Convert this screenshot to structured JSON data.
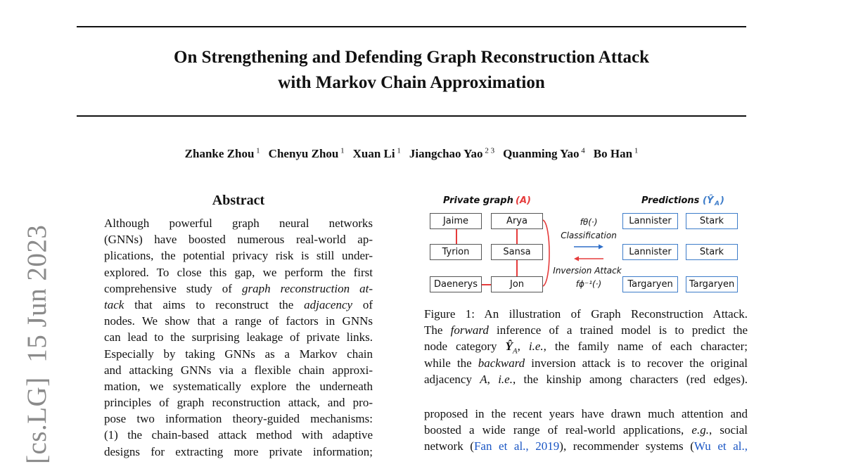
{
  "arxiv_stamp": "[cs.LG]  15 Jun 2023",
  "title": {
    "line1": "On Strengthening and Defending Graph Reconstruction Attack",
    "line2": "with Markov Chain Approximation"
  },
  "authors": [
    {
      "name": "Zhanke Zhou",
      "aff": "1"
    },
    {
      "name": "Chenyu Zhou",
      "aff": "1"
    },
    {
      "name": "Xuan Li",
      "aff": "1"
    },
    {
      "name": "Jiangchao Yao",
      "aff": "2 3"
    },
    {
      "name": "Quanming Yao",
      "aff": "4"
    },
    {
      "name": "Bo Han",
      "aff": "1"
    }
  ],
  "abstract": {
    "heading": "Abstract",
    "lines": [
      [
        {
          "t": "Although powerful graph neural networks"
        }
      ],
      [
        {
          "t": "(GNNs) have boosted numerous real-world ap-"
        }
      ],
      [
        {
          "t": "plications, the potential privacy risk is still under-"
        }
      ],
      [
        {
          "t": "explored. To close this gap, we perform the first"
        }
      ],
      [
        {
          "t": "comprehensive study of "
        },
        {
          "t": "graph reconstruction at-",
          "s": "i"
        }
      ],
      [
        {
          "t": "tack",
          "s": "i"
        },
        {
          "t": " that aims to reconstruct the "
        },
        {
          "t": "adjacency",
          "s": "i"
        },
        {
          "t": " of"
        }
      ],
      [
        {
          "t": "nodes. We show that a range of factors in GNNs"
        }
      ],
      [
        {
          "t": "can lead to the surprising leakage of private links."
        }
      ],
      [
        {
          "t": "Especially by taking GNNs as a Markov chain"
        }
      ],
      [
        {
          "t": "and attacking GNNs via a flexible chain approxi-"
        }
      ],
      [
        {
          "t": "mation, we systematically explore the underneath"
        }
      ],
      [
        {
          "t": "principles of graph reconstruction attack, and pro-"
        }
      ],
      [
        {
          "t": "pose two information theory-guided mechanisms:"
        }
      ],
      [
        {
          "t": "(1) the chain-based attack method with adaptive"
        }
      ],
      [
        {
          "t": "designs for extracting more private information;"
        }
      ]
    ]
  },
  "figure": {
    "private_heading": "Private graph",
    "private_symbol": "(A)",
    "pred_heading": "Predictions",
    "pred_symbol": "(Ŷ",
    "pred_symbol_sub": "A",
    "pred_symbol_close": ")",
    "nodes": [
      "Jaime",
      "Arya",
      "Tyrion",
      "Sansa",
      "Daenerys",
      "Jon"
    ],
    "predictions": [
      "Lannister",
      "Stark",
      "Lannister",
      "Stark",
      "Targaryen",
      "Targaryen"
    ],
    "forward_fn": "fθ(·)",
    "forward_label": "Classification",
    "inverse_label": "Inversion Attack",
    "inverse_fn": "fɸ⁻¹(·)",
    "colors": {
      "edge": "#e53b3b",
      "pred": "#3d7cc9",
      "forward_arrow": "#2f6fc9",
      "inverse_arrow": "#e53b3b"
    }
  },
  "caption": {
    "lines": [
      [
        {
          "t": "Figure 1: An illustration of Graph Reconstruction Attack."
        }
      ],
      [
        {
          "t": "The "
        },
        {
          "t": "forward",
          "s": "i"
        },
        {
          "t": " inference of a trained model is to predict the"
        }
      ],
      [
        {
          "t": "node category "
        },
        {
          "t": "Ŷ",
          "s": "b"
        },
        {
          "t": "A",
          "s": "sub"
        },
        {
          "t": ", "
        },
        {
          "t": "i.e.",
          "s": "i"
        },
        {
          "t": ", the family name of each character;"
        }
      ],
      [
        {
          "t": "while the "
        },
        {
          "t": "backward",
          "s": "i"
        },
        {
          "t": " inversion attack is to recover the original"
        }
      ],
      [
        {
          "t": "adjacency "
        },
        {
          "t": "A",
          "s": "i"
        },
        {
          "t": ", "
        },
        {
          "t": "i.e.",
          "s": "i"
        },
        {
          "t": ", the kinship among characters (red edges)."
        }
      ]
    ]
  },
  "body": {
    "lines": [
      [
        {
          "t": "proposed in the recent years have drawn much attention and"
        }
      ],
      [
        {
          "t": "boosted a wide range of real-world applications, "
        },
        {
          "t": "e.g.",
          "s": "i"
        },
        {
          "t": ", social"
        }
      ],
      [
        {
          "t": "network ("
        },
        {
          "t": "Fan et al.,",
          "s": "l"
        },
        {
          "t": " "
        },
        {
          "t": "2019",
          "s": "l"
        },
        {
          "t": "), recommender systems ("
        },
        {
          "t": "Wu et al.,",
          "s": "l"
        }
      ]
    ]
  }
}
